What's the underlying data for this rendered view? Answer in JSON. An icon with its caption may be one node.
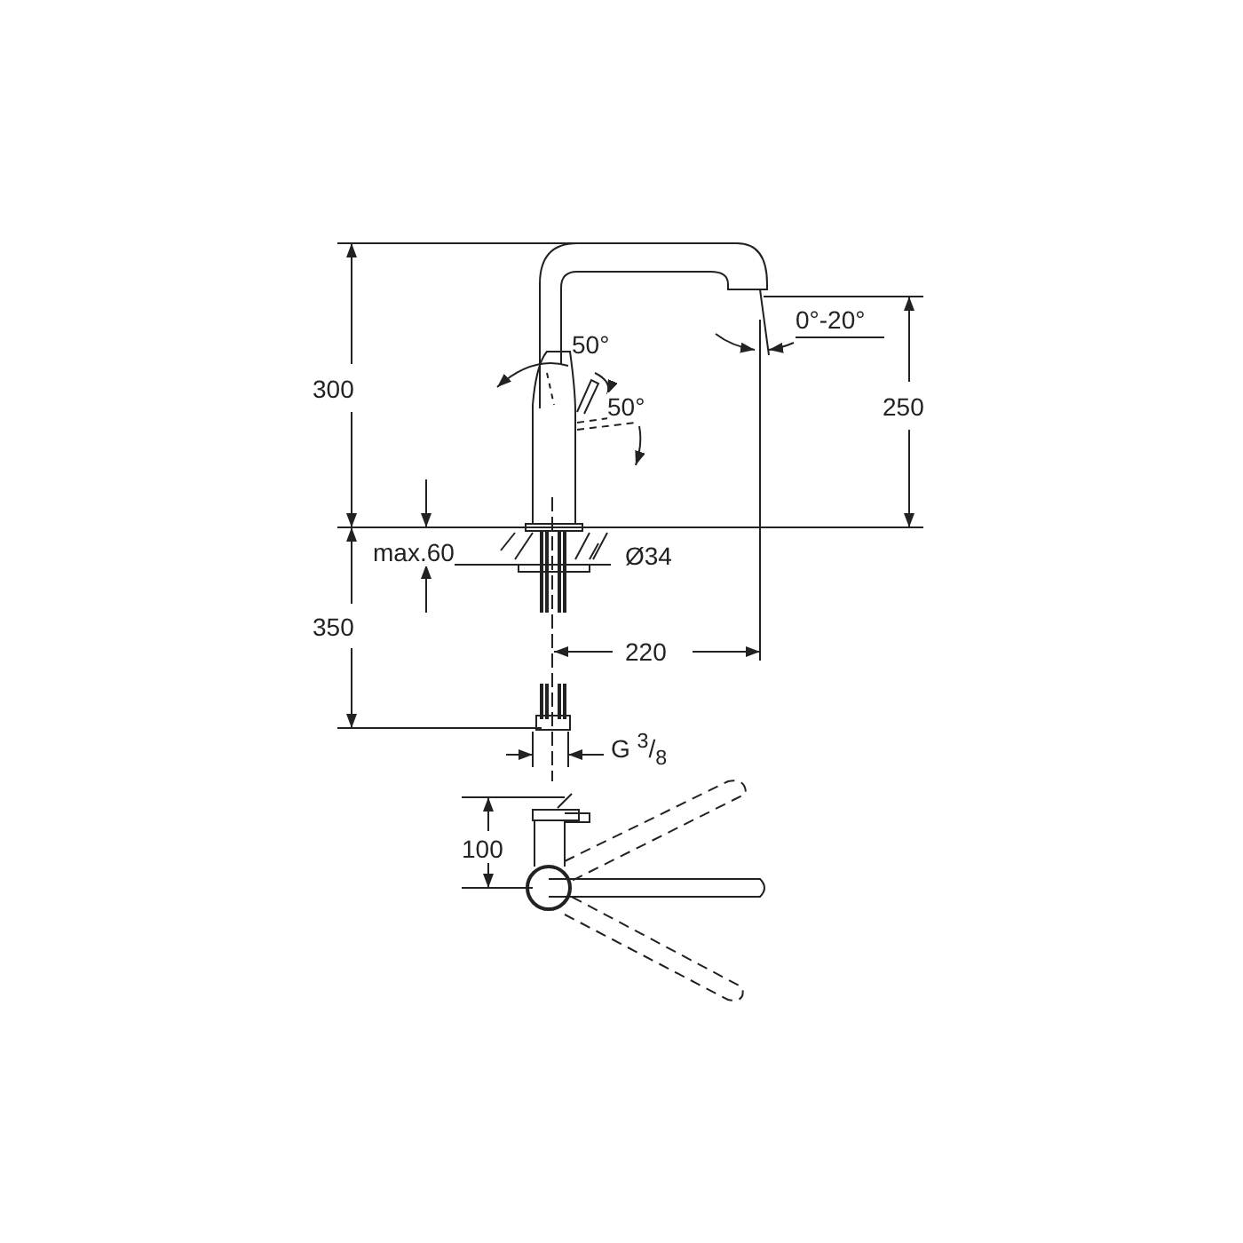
{
  "diagram": {
    "labels": [
      "0°-20°",
      "50°",
      "300",
      "50°",
      "250",
      "max.60",
      "Ø34",
      "350",
      "220",
      "G $^{3}$/$_{8}$",
      "100"
    ]
  }
}
